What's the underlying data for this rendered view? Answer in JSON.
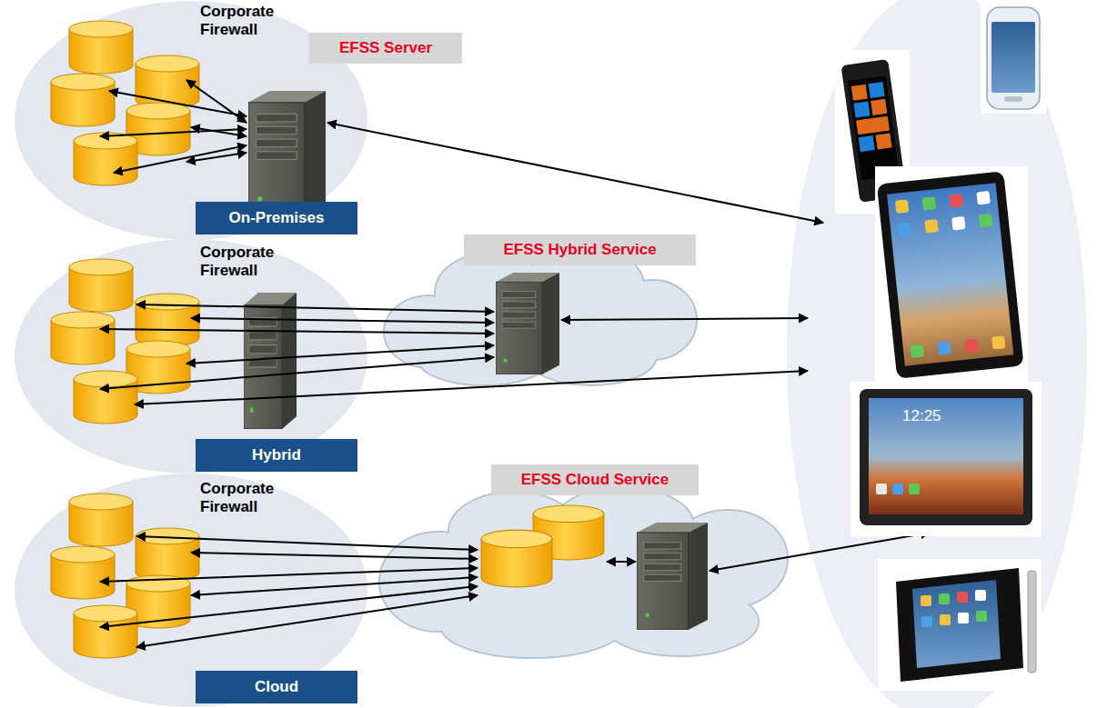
{
  "diagram": {
    "nodes": [
      {
        "text": [
          "Corporate Firewall"
        ]
      },
      {
        "text": [
          "On-Premises"
        ],
        "in": 0
      },
      {
        "text": [
          "EFSS Server"
        ]
      },
      {
        "text": [
          "EFSS Hybrid Service"
        ]
      },
      {
        "text": [
          "Corporate Firewall"
        ]
      },
      {
        "text": [
          "Hybrid"
        ],
        "in": 4
      },
      {
        "text": [
          "EFSS Cloud Service"
        ]
      },
      {
        "text": [
          "Corporate Firewall"
        ]
      },
      {
        "text": [
          "Cloud"
        ],
        "in": 7
      }
    ],
    "labels": [
      "12:25"
    ]
  }
}
